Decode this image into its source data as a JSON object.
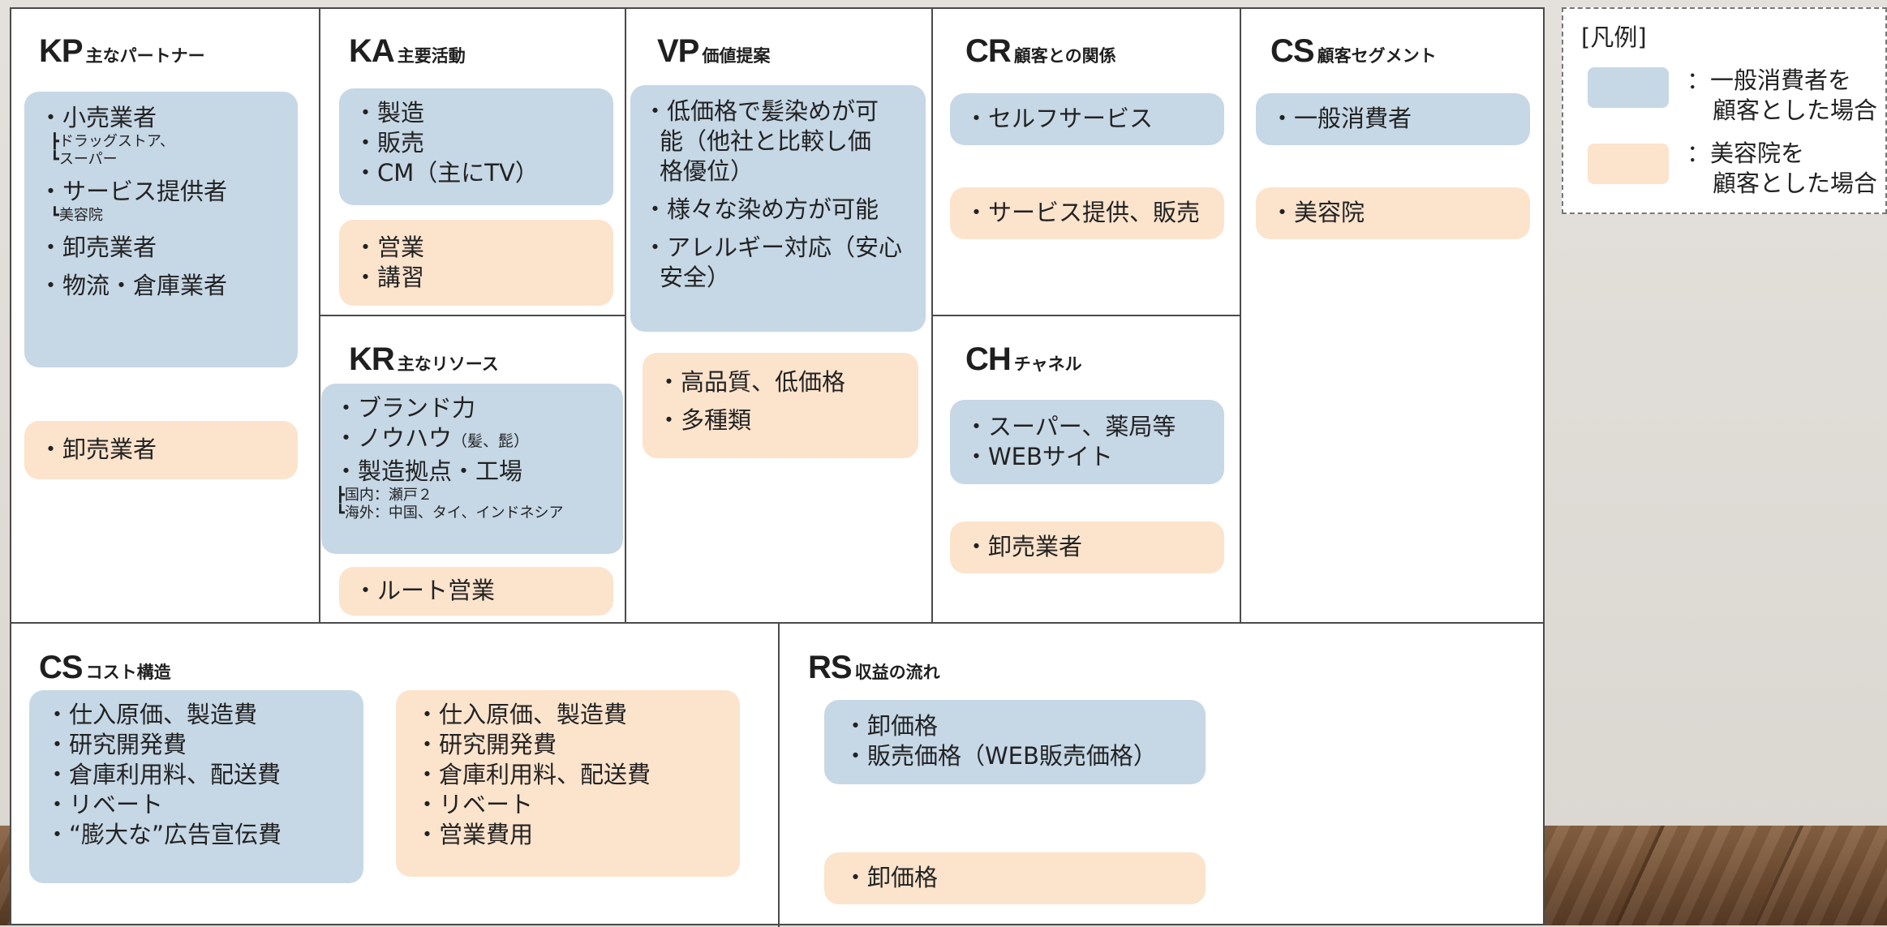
{
  "legend": {
    "title": "[凡例]",
    "blue_line1": "：一般消費者を",
    "blue_line2": "顧客とした場合",
    "orange_line1": "：美容院を",
    "orange_line2": "顧客とした場合",
    "colors": {
      "blue": "#c6d7e6",
      "orange": "#fce3cc"
    }
  },
  "kp": {
    "code": "KP",
    "title": "主なパートナー",
    "blue": {
      "l1": "・小売業者",
      "l1a": "┣ドラッグストア、",
      "l1b": "┗スーパー",
      "l2": "・サービス提供者",
      "l2a": "┗美容院",
      "l3": "・卸売業者",
      "l4": "・物流・倉庫業者"
    },
    "orange": {
      "l1": "・卸売業者"
    }
  },
  "ka": {
    "code": "KA",
    "title": "主要活動",
    "blue": {
      "l1": "・製造",
      "l2": "・販売",
      "l3": "・CM（主にTV）"
    },
    "orange": {
      "l1": "・営業",
      "l2": "・講習"
    }
  },
  "kr": {
    "code": "KR",
    "title": "主なリソース",
    "blue": {
      "l1": "・ブランド力",
      "l2": "・ノウハウ",
      "l2s": "（髪、髭）",
      "l3": "・製造拠点・工場",
      "l3a": "┣国内：瀬戸２",
      "l3b": "┗海外：中国、タイ、インドネシア"
    },
    "orange": {
      "l1": "・ルート営業"
    }
  },
  "vp": {
    "code": "VP",
    "title": "価値提案",
    "blue": {
      "l1": "・低価格で髪染めが可",
      "l1b": "能（他社と比較し価",
      "l1c": "格優位）",
      "l2": "・様々な染め方が可能",
      "l3": "・アレルギー対応（安心",
      "l3b": "安全）"
    },
    "orange": {
      "l1": "・高品質、低価格",
      "l2": "・多種類"
    }
  },
  "cr": {
    "code": "CR",
    "title": "顧客との関係",
    "blue": {
      "l1": "・セルフサービス"
    },
    "orange": {
      "l1": "・サービス提供、販売"
    }
  },
  "ch": {
    "code": "CH",
    "title": "チャネル",
    "blue": {
      "l1": "・スーパー、薬局等",
      "l2": "・WEBサイト"
    },
    "orange": {
      "l1": "・卸売業者"
    }
  },
  "cs": {
    "code": "CS",
    "title": "顧客セグメント",
    "blue": {
      "l1": "・一般消費者"
    },
    "orange": {
      "l1": "・美容院"
    }
  },
  "cost": {
    "code": "CS",
    "title": "コスト構造",
    "blue": {
      "l1": "・仕入原価、製造費",
      "l2": "・研究開発費",
      "l3": "・倉庫利用料、配送費",
      "l4": "・リベート",
      "l5": "・“膨大な”広告宣伝費"
    },
    "orange": {
      "l1": "・仕入原価、製造費",
      "l2": "・研究開発費",
      "l3": "・倉庫利用料、配送費",
      "l4": "・リベート",
      "l5": "・営業費用"
    }
  },
  "rs": {
    "code": "RS",
    "title": "収益の流れ",
    "blue": {
      "l1": "・卸価格",
      "l2": "・販売価格（WEB販売価格）"
    },
    "orange": {
      "l1": "・卸価格"
    }
  }
}
